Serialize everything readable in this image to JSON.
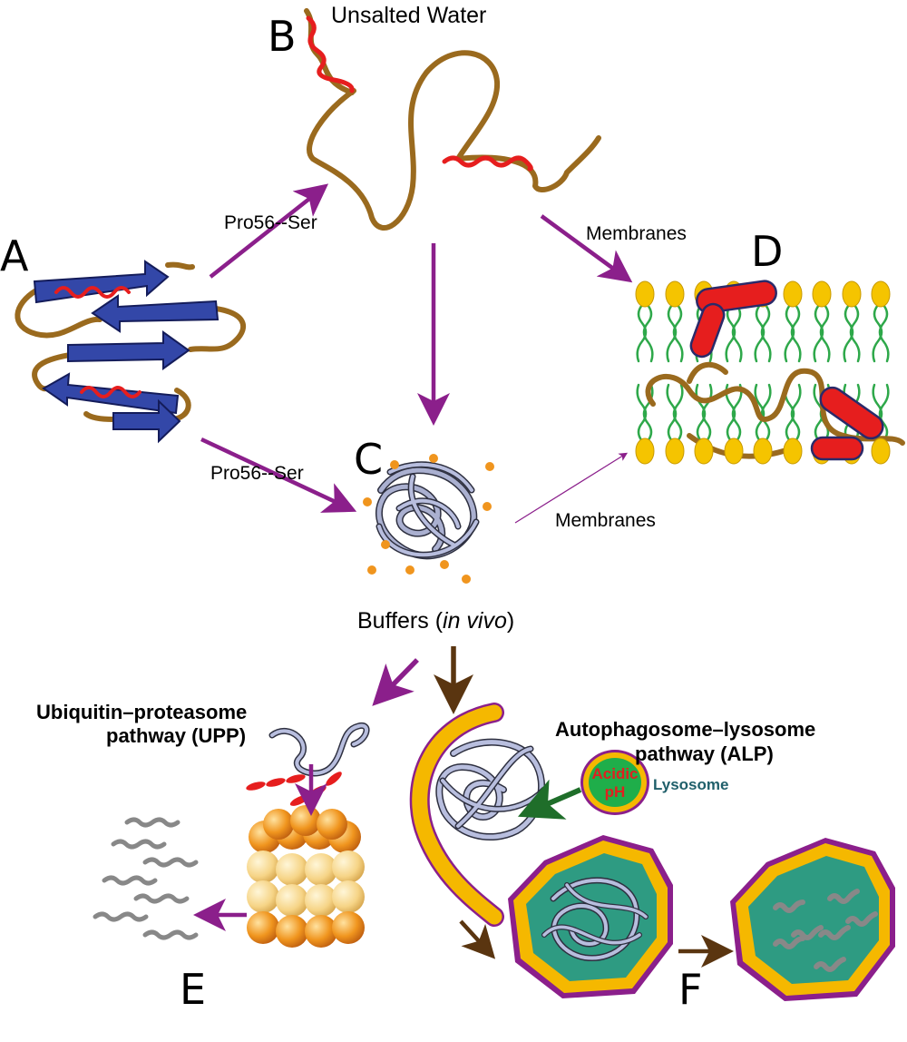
{
  "panels": {
    "a": "A",
    "b": "B",
    "c": "C",
    "d": "D",
    "e": "E",
    "f": "F"
  },
  "labels": {
    "unsalted_water": "Unsalted Water",
    "mutation_top": "Pro56--Ser",
    "mutation_bottom": "Pro56--Ser",
    "membranes_top": "Membranes",
    "membranes_bottom": "Membranes",
    "buffers_prefix": "Buffers (",
    "buffers_italic": "in vivo",
    "buffers_suffix": ")",
    "upp_line1": "Ubiquitin–proteasome",
    "upp_line2": "pathway (UPP)",
    "alp_line1": "Autophagosome–lysosome",
    "alp_line2": "pathway (ALP)",
    "acidic": "Acidic",
    "ph": "pH",
    "lysosome": "Lysosome"
  },
  "colors": {
    "arrow_purple": "#8b1f8b",
    "arrow_brown": "#5a3510",
    "arrow_green": "#1f6e2a",
    "chain_brown": "#9a6a1e",
    "helix_red": "#e61e1e",
    "sheet_blue": "#3347a8",
    "lipid_head": "#f5c400",
    "lipid_tail": "#2ea84a",
    "aggregate": "#aab0d0",
    "vesicle_fill": "#2e9b82",
    "vesicle_rim": "#f5b800",
    "lysosome_fill": "#1fae4a"
  }
}
